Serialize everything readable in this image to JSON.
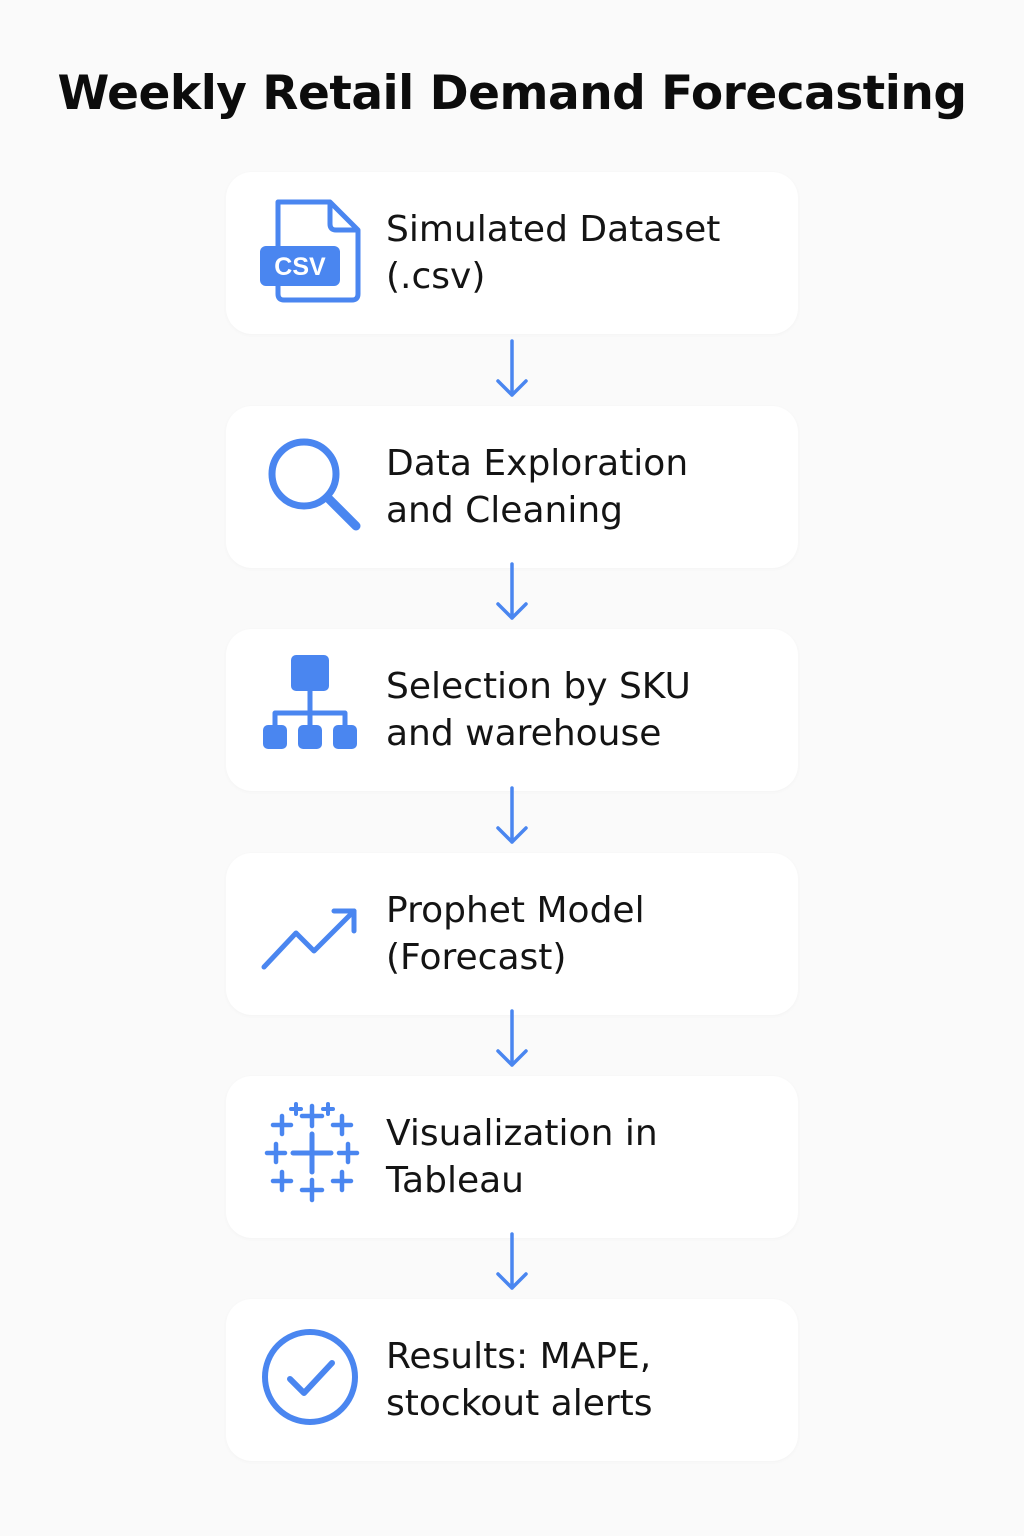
{
  "title": "Weekly Retail Demand Forecasting",
  "colors": {
    "accent": "#4a86f0",
    "background": "#fafafa",
    "card": "#ffffff",
    "text": "#141414"
  },
  "steps": [
    {
      "icon": "csv-file-icon",
      "icon_text": "CSV",
      "line1": "Simulated Dataset",
      "line2": "(.csv)"
    },
    {
      "icon": "magnifier-icon",
      "line1": "Data Exploration",
      "line2": "and Cleaning"
    },
    {
      "icon": "hierarchy-icon",
      "line1": "Selection by SKU",
      "line2": "and warehouse"
    },
    {
      "icon": "trend-up-icon",
      "line1": "Prophet Model",
      "line2": "(Forecast)"
    },
    {
      "icon": "tableau-icon",
      "line1": "Visualization in",
      "line2": "Tableau"
    },
    {
      "icon": "check-circle-icon",
      "line1": "Results: MAPE,",
      "line2": "stockout alerts"
    }
  ]
}
